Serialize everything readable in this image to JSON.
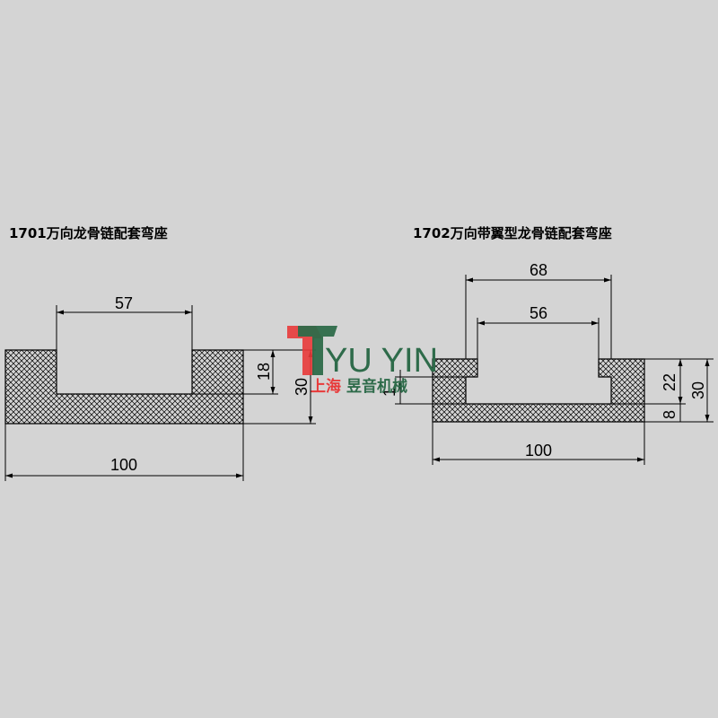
{
  "drawing_left": {
    "title": "1701万向龙骨链配套弯座",
    "dims": {
      "top_width": "57",
      "inner_depth": "18",
      "height": "30",
      "width": "100"
    }
  },
  "drawing_right": {
    "title": "1702万向带翼型龙骨链配套弯座",
    "dims": {
      "outer_top": "68",
      "inner_top": "56",
      "inner_height": "22",
      "height": "30",
      "base": "8",
      "lip": "1",
      "width": "100"
    }
  },
  "logo": {
    "brand": "YU YIN",
    "chinese_city": "上海",
    "chinese_name": "昱音机械",
    "colors": {
      "green": "#2e6b4a",
      "red": "#e83a3a"
    }
  },
  "colors": {
    "background": "#d4d4d4",
    "lines": "#000000"
  }
}
